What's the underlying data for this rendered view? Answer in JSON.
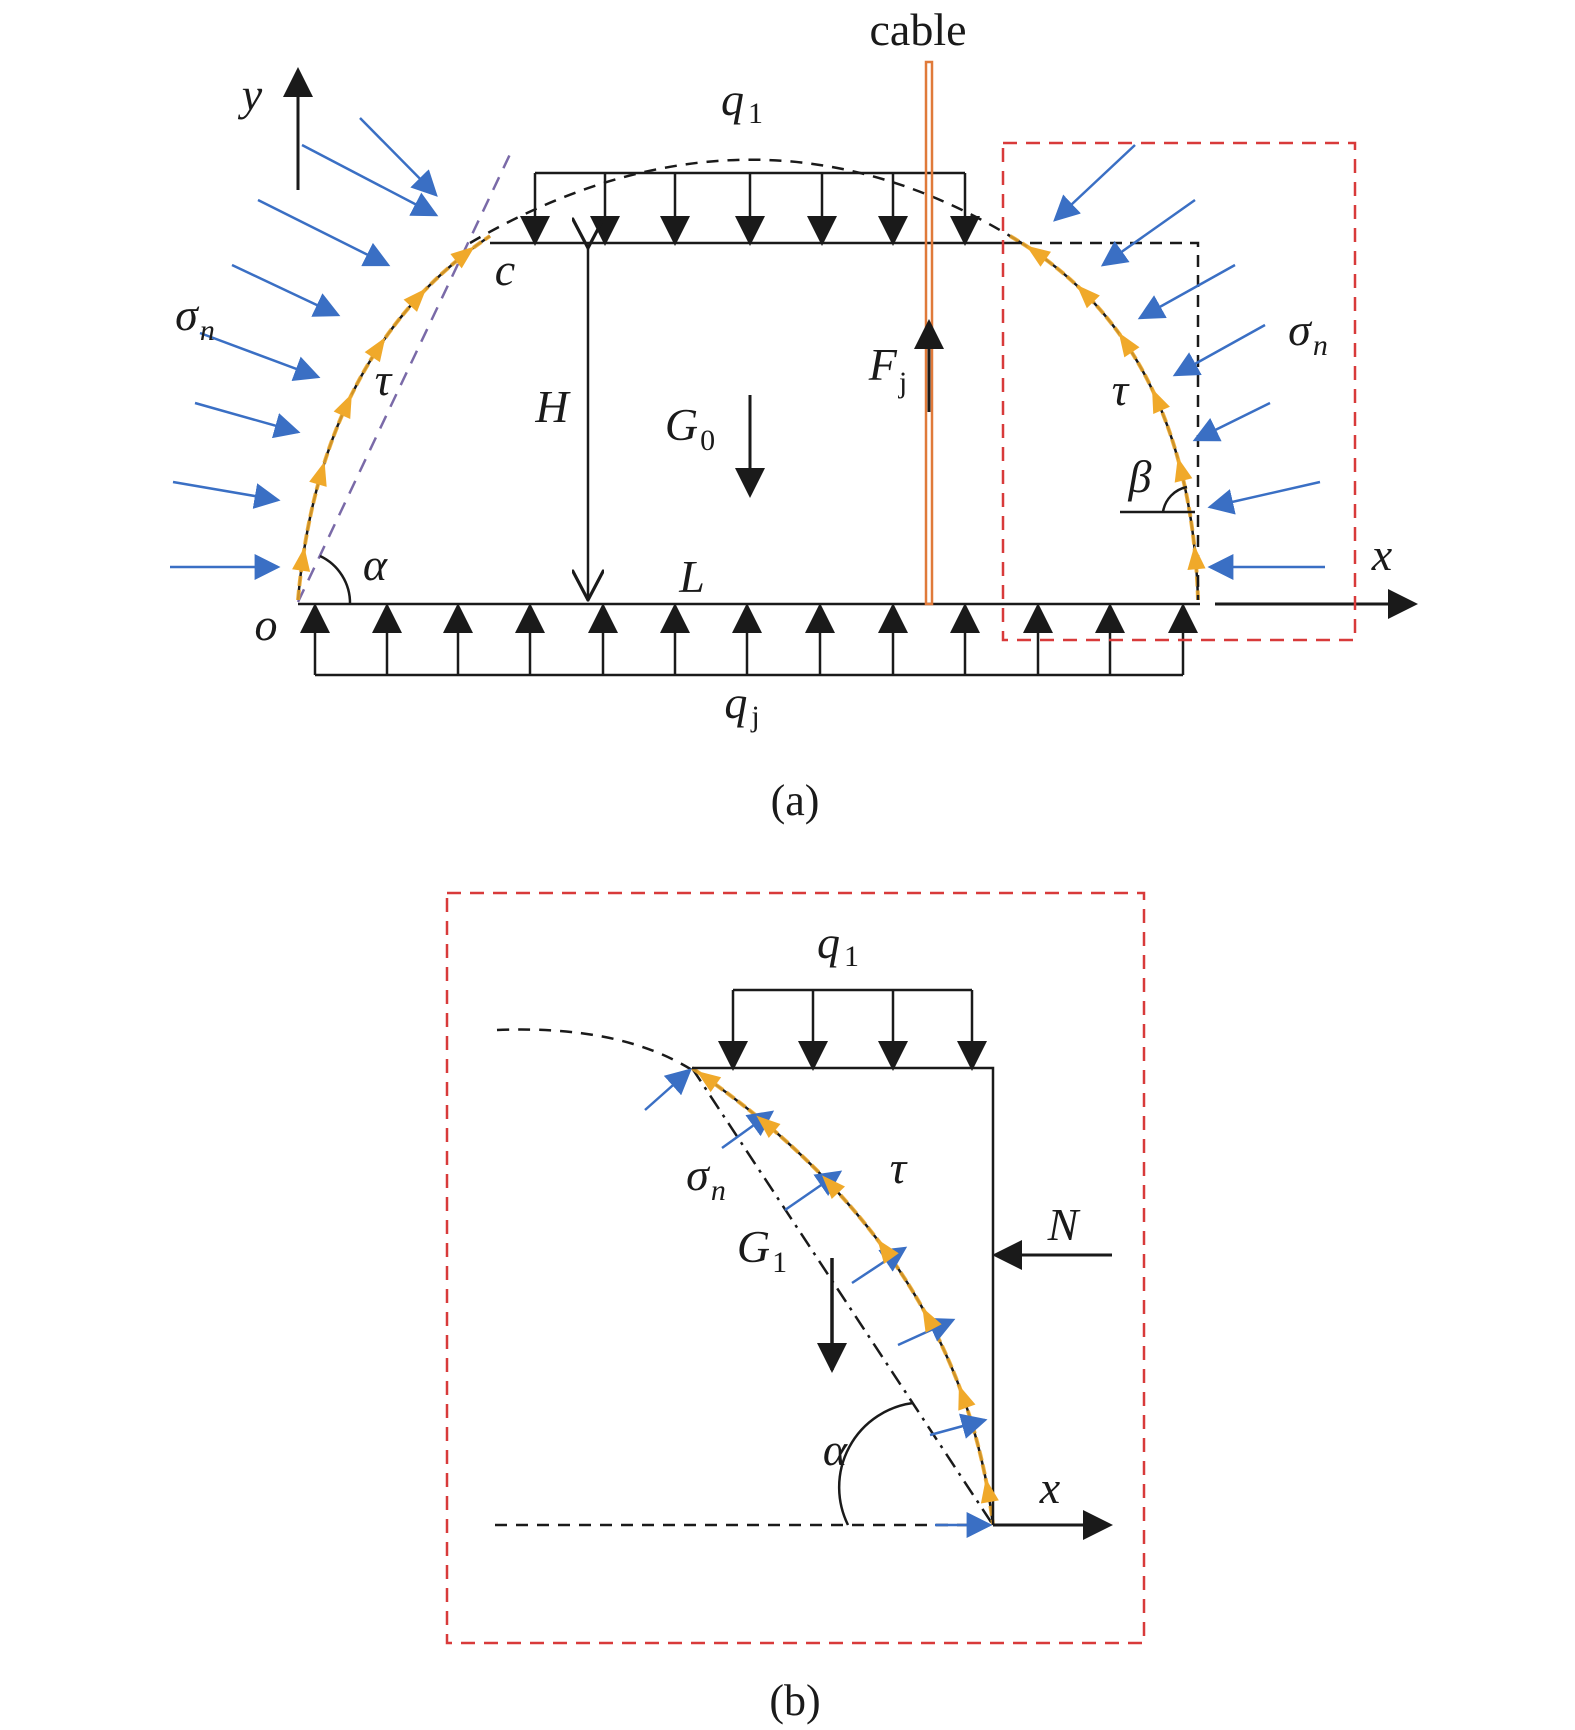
{
  "panel_a": {
    "cable_label": "cable",
    "y_axis": "y",
    "x_axis": "x",
    "origin": "o",
    "q1": {
      "base": "q",
      "sub": "1"
    },
    "qj": {
      "base": "q",
      "sub": "j"
    },
    "sigma_left": {
      "base": "σ",
      "sub": "n"
    },
    "sigma_right": {
      "base": "σ",
      "sub": "n"
    },
    "tau_left": "τ",
    "tau_right": "τ",
    "c_label": "c",
    "H_label": "H",
    "G0": {
      "base": "G",
      "sub": "0"
    },
    "Fj": {
      "base": "F",
      "sub": "j"
    },
    "alpha": "α",
    "beta": "β",
    "L_label": "L",
    "caption": "(a)"
  },
  "panel_b": {
    "q1": {
      "base": "q",
      "sub": "1"
    },
    "sigma": {
      "base": "σ",
      "sub": "n"
    },
    "tau": "τ",
    "N_label": "N",
    "G1": {
      "base": "G",
      "sub": "1"
    },
    "alpha": "α",
    "x_axis": "x",
    "caption": "(b)"
  },
  "colors": {
    "line": "#1a1a1a",
    "normal_stress": "#3a6fc4",
    "shear_stress": "#f0a92a",
    "cable": "#e07a3a",
    "frame": "#d83a3a",
    "tangent": "#7a6aa8"
  }
}
